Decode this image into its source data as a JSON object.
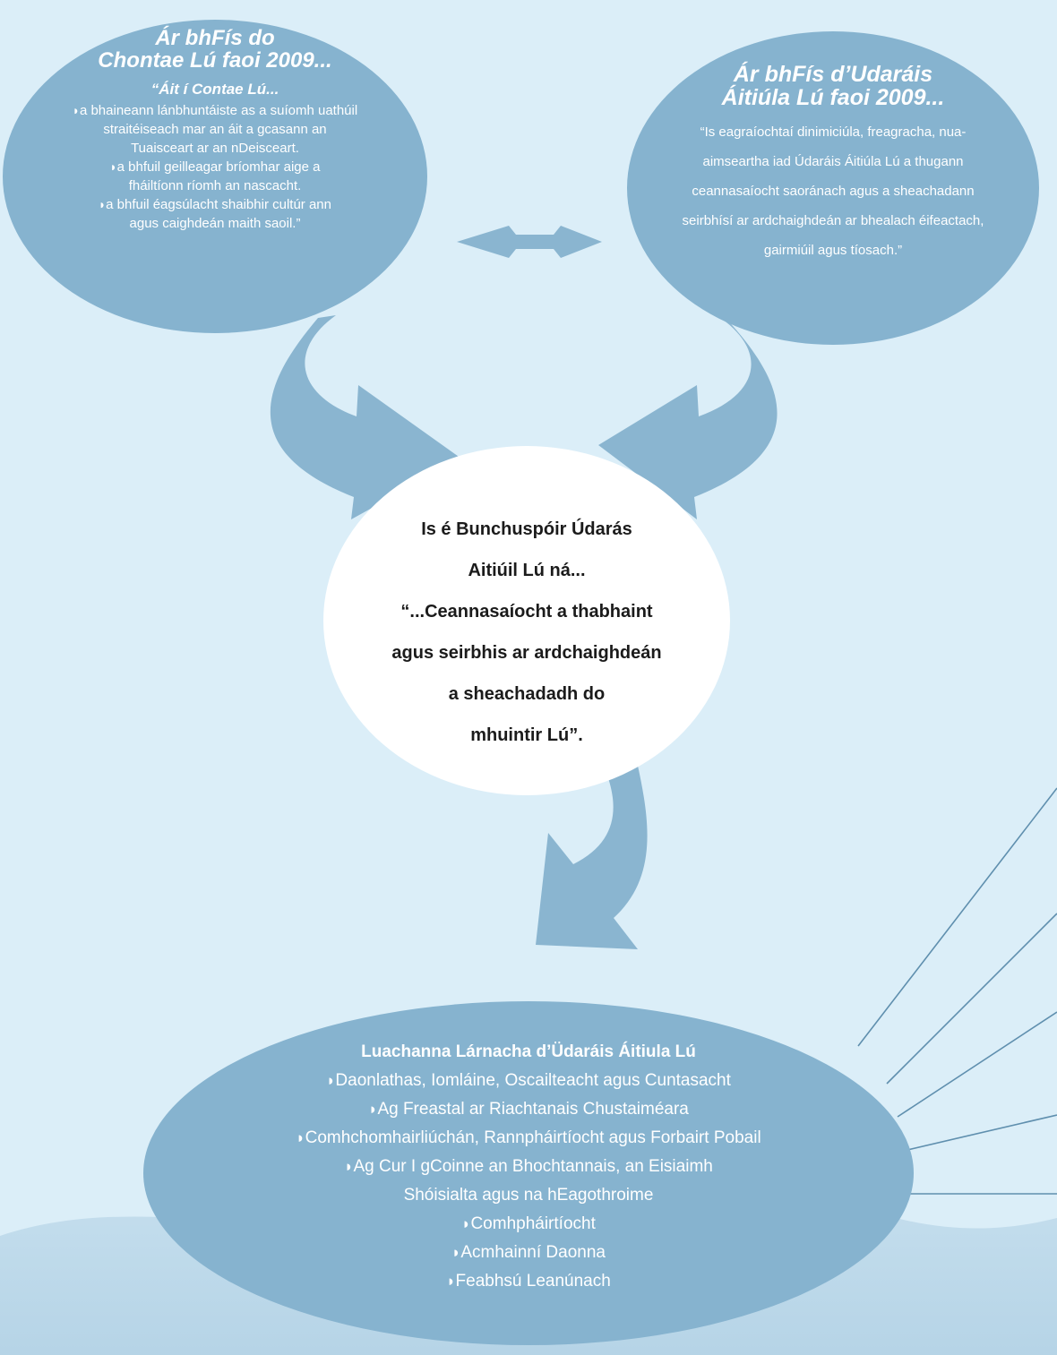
{
  "left_vision": {
    "title_line1": "Ár bhFís do",
    "title_line2": "Chontae Lú faoi 2009...",
    "quote_heading": "“Áit í Contae Lú...",
    "bullets": [
      [
        "a bhaineann lánbhuntáiste as a suíomh uathúil",
        "straitéiseach mar an áit a gcasann an",
        "Tuaisceart ar an nDeisceart."
      ],
      [
        "a bhfuil geilleagar bríomhar aige a",
        "fháiltíonn ríomh an nascacht."
      ],
      [
        "a bhfuil éagsúlacht shaibhir cultúr ann",
        "agus caighdeán maith saoil.”"
      ]
    ]
  },
  "right_vision": {
    "title_line1": "Ár bhFís d’Udaráis",
    "title_line2": "Áitiúla Lú faoi 2009...",
    "quote_lines": [
      "“Is eagraíochtaí dinimiciúla, freagracha, nua-",
      "aimseartha iad Údaráis Áitiúla Lú a thugann",
      "ceannasaíocht saoránach agus a sheachadann",
      "seirbhísí ar ardchaighdeán ar bhealach éifeactach,",
      "gairmiúil agus tíosach.”"
    ]
  },
  "mission": {
    "lines": [
      "Is é Bunchuspóir Údarás",
      "Aitiúil Lú ná...",
      "“...Ceannasaíocht a thabhaint",
      "agus seirbhis ar ardchaighdeán",
      "a sheachadadh do",
      "mhuintir Lú”."
    ]
  },
  "core_values": {
    "title": "Luachanna Lárnacha d’Üdaráis Áitiula Lú",
    "items": [
      "Daonlathas, Iomláine, Oscailteacht agus Cuntasacht",
      "Ag Freastal ar Riachtanais Chustaiméara",
      "Comhchomhairliúchán, Rannpháirtíocht agus Forbairt Pobail",
      "Ag Cur I gCoinne an Bhochtannais, an Eisiaimh",
      "Comhpháirtíocht",
      "Acmhainní Daonna",
      "Feabhsú Leanúnach"
    ],
    "item4_continuation": "Shóisialta agus na hEagothroime"
  },
  "colors": {
    "background": "#dbeef8",
    "ellipse": "#86b3cf",
    "arrow": "#8ab5d0",
    "line": "#5f8fae",
    "center": "#ffffff",
    "center_text": "#1b1b1b"
  }
}
